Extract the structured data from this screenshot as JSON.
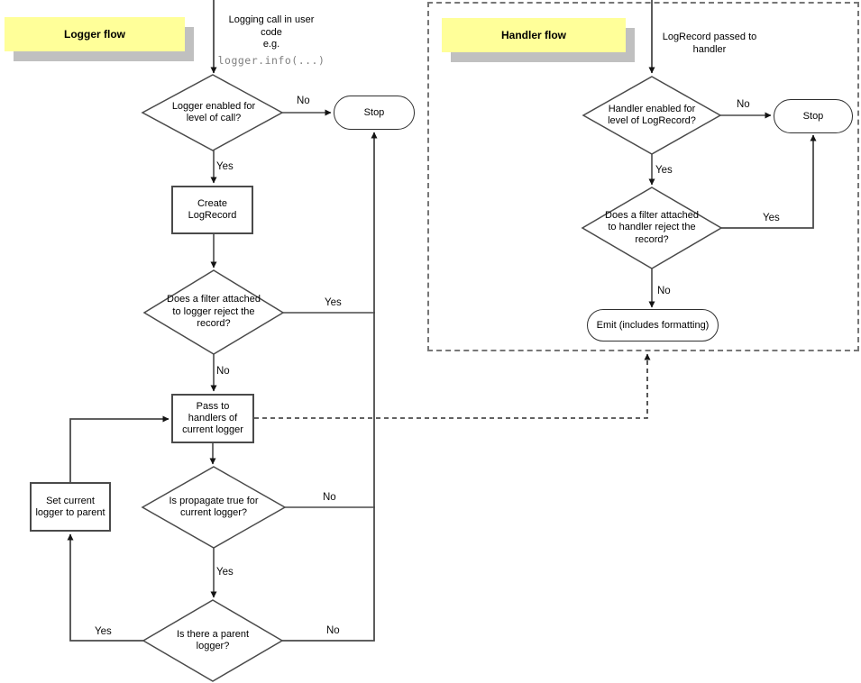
{
  "colors": {
    "highlight_yellow": "#ffff99",
    "shadow_gray": "#c0c0c0",
    "line_gray": "#4a4a4a",
    "code_text_gray": "#808080"
  },
  "logger_flow": {
    "title": "Logger flow",
    "entry": {
      "lines": [
        "Logging call in user",
        "code",
        "e.g."
      ],
      "code": "logger.info(...)"
    },
    "nodes": {
      "enabled": {
        "lines": [
          "Logger enabled for",
          "level of call?"
        ]
      },
      "create": {
        "lines": [
          "Create",
          "LogRecord"
        ]
      },
      "filter": {
        "lines": [
          "Does a filter attached",
          "to logger reject the",
          "record?"
        ]
      },
      "pass": {
        "lines": [
          "Pass to",
          "handlers of",
          "current logger"
        ]
      },
      "propagate": {
        "lines": [
          "Is propagate true for",
          "current logger?"
        ]
      },
      "parent": {
        "lines": [
          "Is there a parent",
          "logger?"
        ]
      },
      "set_current": {
        "lines": [
          "Set current",
          "logger to parent"
        ]
      },
      "stop": "Stop"
    },
    "edges": {
      "enabled_no": "No",
      "enabled_yes": "Yes",
      "filter_yes": "Yes",
      "filter_no": "No",
      "propagate_no": "No",
      "propagate_yes": "Yes",
      "parent_yes": "Yes",
      "parent_no": "No"
    }
  },
  "handler_flow": {
    "title": "Handler flow",
    "entry": {
      "lines": [
        "LogRecord passed to",
        "handler"
      ]
    },
    "nodes": {
      "enabled": {
        "lines": [
          "Handler enabled for",
          "level of LogRecord?"
        ]
      },
      "filter": {
        "lines": [
          "Does a filter attached",
          "to handler reject the",
          "record?"
        ]
      },
      "emit": "Emit (includes formatting)",
      "stop": "Stop"
    },
    "edges": {
      "enabled_no": "No",
      "enabled_yes": "Yes",
      "filter_yes": "Yes",
      "filter_no": "No"
    }
  }
}
